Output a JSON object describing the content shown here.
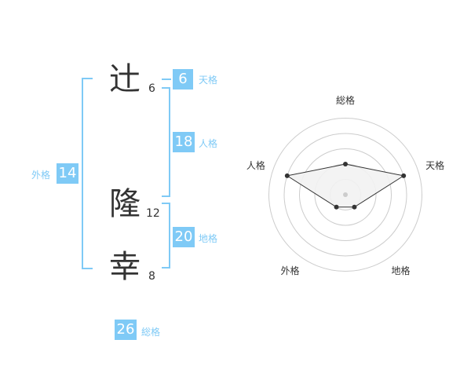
{
  "name": {
    "chars": [
      {
        "char": "辻",
        "strokes": "6"
      },
      {
        "char": "隆",
        "strokes": "12"
      },
      {
        "char": "幸",
        "strokes": "8"
      }
    ]
  },
  "fortune": {
    "tenkaku": {
      "label": "天格",
      "value": "6"
    },
    "jinkaku": {
      "label": "人格",
      "value": "18"
    },
    "chikaku": {
      "label": "地格",
      "value": "20"
    },
    "gaikaku": {
      "label": "外格",
      "value": "14"
    },
    "soukaku": {
      "label": "総格",
      "value": "26"
    }
  },
  "colors": {
    "accent": "#7fcaf6",
    "text": "#333333",
    "grid": "#cccccc",
    "fill": "#f2f2f2"
  },
  "chart_data": {
    "type": "radar",
    "axes": [
      "総格",
      "天格",
      "地格",
      "外格",
      "人格"
    ],
    "values": [
      2,
      4,
      1,
      1,
      4
    ],
    "max": 5
  }
}
